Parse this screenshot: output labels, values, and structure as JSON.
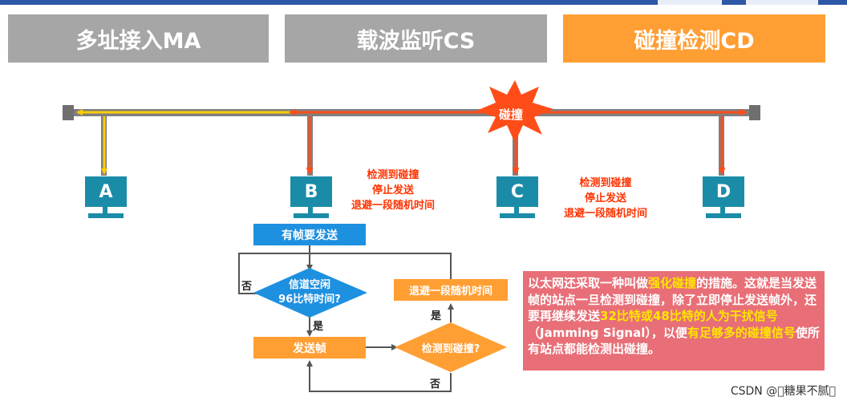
{
  "headers": [
    {
      "label": "多址接入MA",
      "active": false
    },
    {
      "label": "载波监听CS",
      "active": false
    },
    {
      "label": "碰撞检测CD",
      "active": true
    }
  ],
  "collision_label": "碰撞",
  "stations": [
    "A",
    "B",
    "C",
    "D"
  ],
  "notes": {
    "b": [
      "检测到碰撞",
      "停止发送",
      "退避一段随机时间"
    ],
    "c": [
      "检测到碰撞",
      "停止发送",
      "退避一段随机时间"
    ]
  },
  "flowchart": {
    "start": "有帧要发送",
    "decision1": [
      "信道空闲",
      "96比特时间?"
    ],
    "no1": "否",
    "yes1": "是",
    "send": "发送帧",
    "decision2": "检测到碰撞?",
    "yes2": "是",
    "no2": "否",
    "backoff": "退避一段随机时间"
  },
  "info": {
    "segments": [
      {
        "text": "以太网还采取一种叫做",
        "hl": false
      },
      {
        "text": "强化碰撞",
        "hl": true
      },
      {
        "text": "的措施。这就是当发送帧的站点一旦检测到碰撞，除了立即停止发送帧外，还要再继续发送",
        "hl": false
      },
      {
        "text": "32比特或48比特的人为干扰信号",
        "hl": true
      },
      {
        "text": "（Jamming Signal），以便",
        "hl": false
      },
      {
        "text": "有足够多的碰撞信号",
        "hl": true
      },
      {
        "text": "使所有站点都能检测出碰撞。",
        "hl": false
      }
    ]
  },
  "watermark": "CSDN @\u0000糖果不腻\u0000",
  "colors": {
    "bus": "#7f7f7f",
    "signal_yellow": "#ffcc00",
    "signal_red": "#ff4d1a",
    "flow_blue": "#1e90e0",
    "flow_orange": "#ff9e33",
    "info_bg": "#e86f77"
  }
}
